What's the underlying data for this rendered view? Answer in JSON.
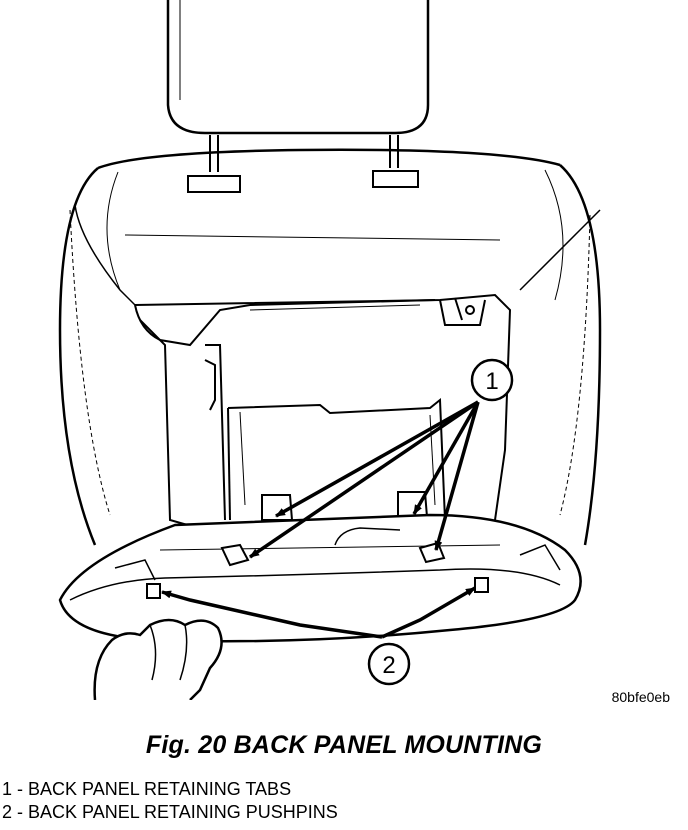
{
  "figure": {
    "image_code": "80bfe0eb",
    "title": "Fig. 20 BACK PANEL MOUNTING"
  },
  "callouts": [
    {
      "number": "1"
    },
    {
      "number": "2"
    }
  ],
  "legend": [
    {
      "text": "1 - BACK PANEL RETAINING TABS"
    },
    {
      "text": "2 - BACK PANEL RETAINING PUSHPINS"
    }
  ]
}
